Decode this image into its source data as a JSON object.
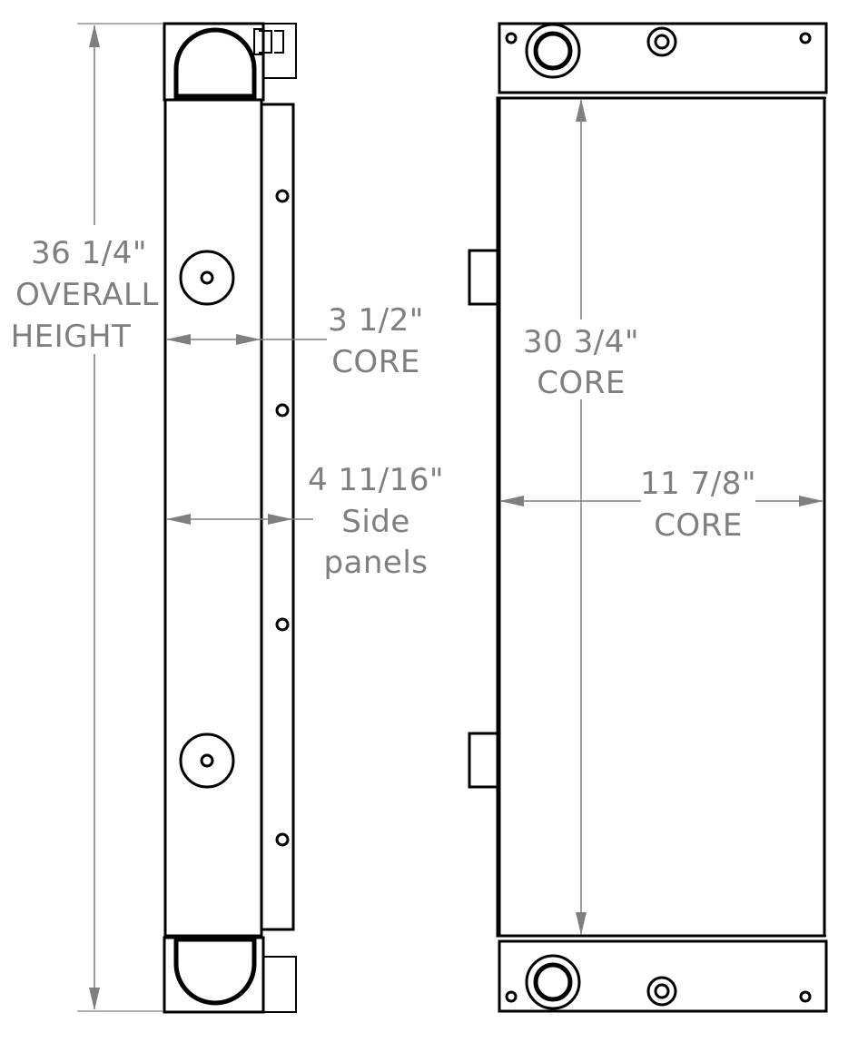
{
  "drawing": {
    "colors": {
      "line": "#000000",
      "dimension": "#7f7f7f",
      "background": "#ffffff"
    },
    "labels": {
      "overall_height": [
        "36 1/4\"",
        "OVERALL",
        "HEIGHT"
      ],
      "core_depth": [
        "3 1/2\"",
        "CORE"
      ],
      "side_panels": [
        "4 11/16\"",
        "Side",
        "panels"
      ],
      "core_height": [
        "30 3/4\"",
        "CORE"
      ],
      "core_width": [
        "11 7/8\"",
        "CORE"
      ]
    }
  }
}
